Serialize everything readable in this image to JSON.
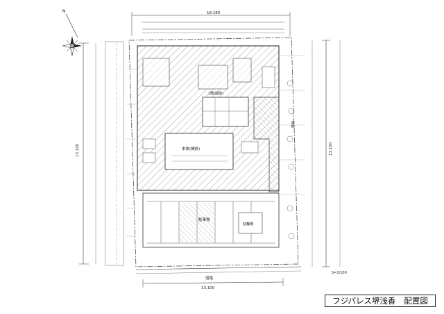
{
  "title": {
    "name": "フジパレス堺浅香",
    "sheet": "配置図"
  },
  "north_label": "N",
  "top_dimension": "18.180",
  "left_dimension": "13.100",
  "right_dimension": "13.100",
  "bottom_dimension": "13.100",
  "labels": {
    "parking": "駐車場",
    "building_main": "本体(開放)",
    "stair": "1階(開放)",
    "bike": "駐輪場",
    "road": "道路",
    "garden": "植栽",
    "scale": "S=1/100"
  }
}
